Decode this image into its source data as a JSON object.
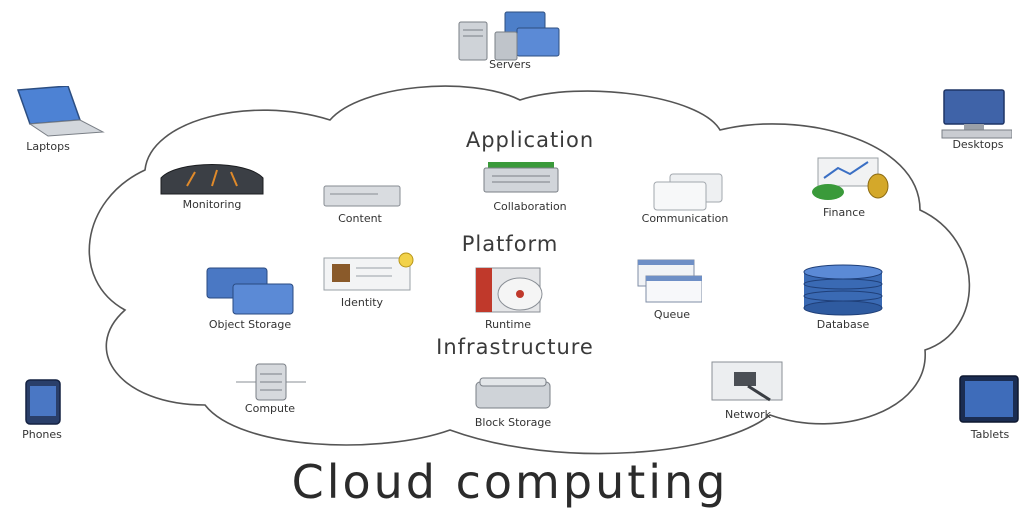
{
  "title": "Cloud computing",
  "layers": {
    "application": "Application",
    "platform": "Platform",
    "infrastructure": "Infrastructure"
  },
  "devices": {
    "servers": "Servers",
    "laptops": "Laptops",
    "desktops": "Desktops",
    "phones": "Phones",
    "tablets": "Tablets"
  },
  "application_items": {
    "monitoring": "Monitoring",
    "content": "Content",
    "collaboration": "Collaboration",
    "communication": "Communication",
    "finance": "Finance"
  },
  "platform_items": {
    "object_storage": "Object Storage",
    "identity": "Identity",
    "runtime": "Runtime",
    "queue": "Queue",
    "database": "Database"
  },
  "infrastructure_items": {
    "compute": "Compute",
    "block_storage": "Block Storage",
    "network": "Network"
  },
  "colors": {
    "cloud_outline": "#555555",
    "accent_blue": "#3a6fc4",
    "accent_red": "#c0392b",
    "accent_green": "#3a9a3a"
  }
}
